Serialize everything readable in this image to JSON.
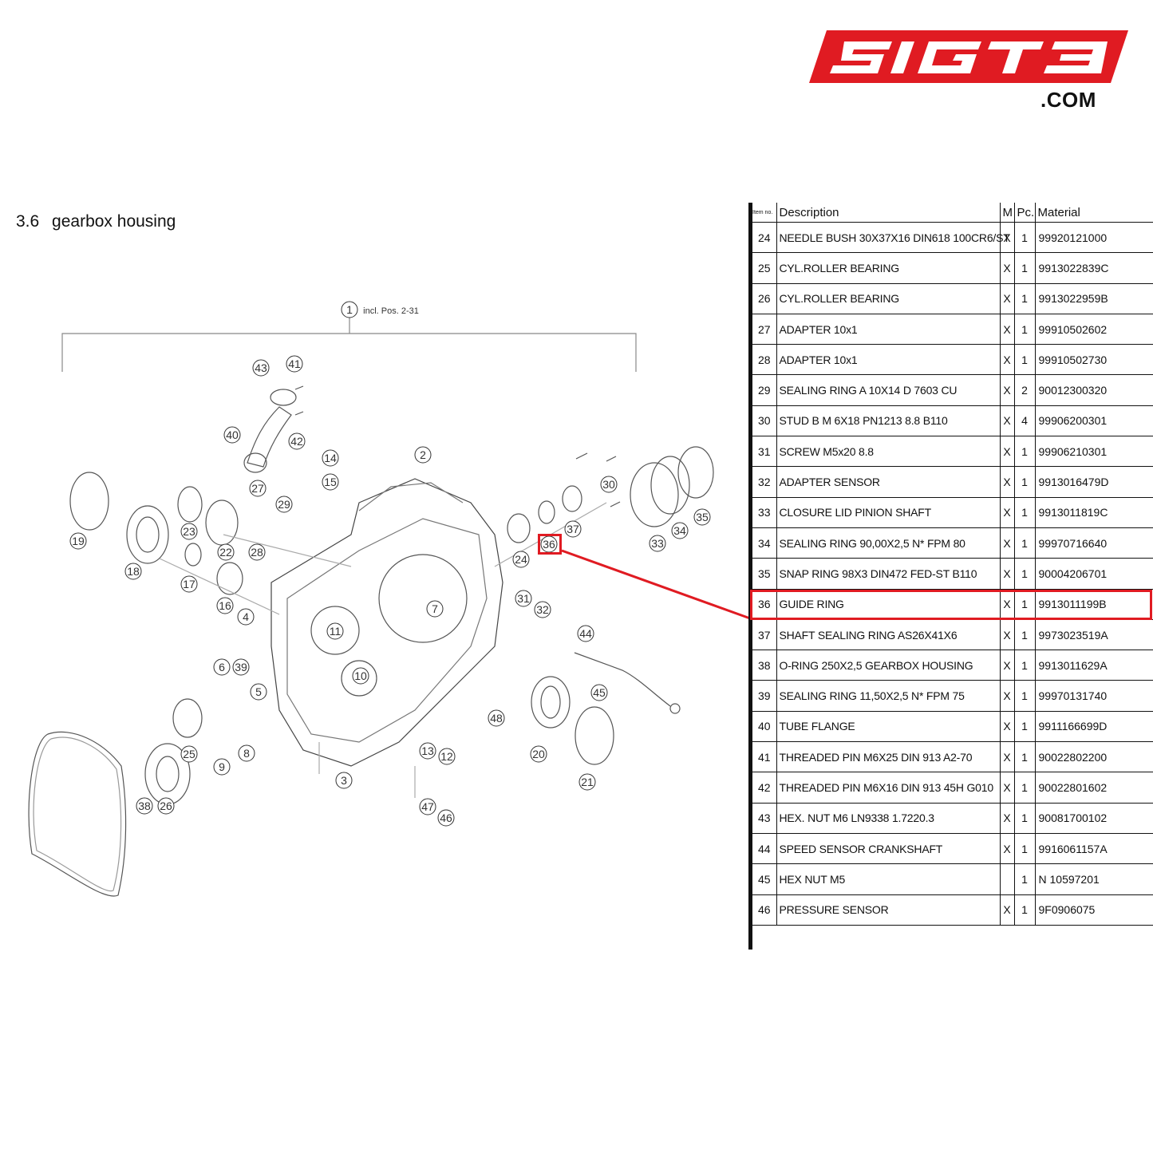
{
  "logo": {
    "text": "5IGT3",
    "suffix": ".COM",
    "brand_color": "#e01b22"
  },
  "section": {
    "number": "3.6",
    "title": "gearbox housing"
  },
  "diagram": {
    "callouts": [
      "1",
      "2",
      "3",
      "4",
      "5",
      "6",
      "7",
      "8",
      "9",
      "10",
      "11",
      "12",
      "13",
      "14",
      "15",
      "16",
      "17",
      "18",
      "19",
      "20",
      "21",
      "22",
      "23",
      "24",
      "25",
      "26",
      "27",
      "28",
      "29",
      "30",
      "31",
      "32",
      "33",
      "34",
      "35",
      "36",
      "37",
      "38",
      "39",
      "40",
      "41",
      "42",
      "43",
      "44",
      "45",
      "46",
      "47",
      "48"
    ],
    "group_label": "incl. Pos. 2-31",
    "highlighted_callout": "36"
  },
  "table": {
    "headers": {
      "item": "Item no.",
      "description": "Description",
      "m": "M",
      "pc": "Pc.",
      "material": "Material"
    },
    "rows": [
      {
        "item": "24",
        "description": "NEEDLE BUSH 30X37X16 DIN618 100CR6/ST",
        "m": "X",
        "pc": "1",
        "material": "99920121000"
      },
      {
        "item": "25",
        "description": "CYL.ROLLER BEARING",
        "m": "X",
        "pc": "1",
        "material": "9913022839C"
      },
      {
        "item": "26",
        "description": "CYL.ROLLER BEARING",
        "m": "X",
        "pc": "1",
        "material": "9913022959B"
      },
      {
        "item": "27",
        "description": "ADAPTER 10x1",
        "m": "X",
        "pc": "1",
        "material": "99910502602"
      },
      {
        "item": "28",
        "description": "ADAPTER 10x1",
        "m": "X",
        "pc": "1",
        "material": "99910502730"
      },
      {
        "item": "29",
        "description": "SEALING RING A 10X14 D 7603 CU",
        "m": "X",
        "pc": "2",
        "material": "90012300320"
      },
      {
        "item": "30",
        "description": "STUD B M 6X18 PN1213 8.8 B110",
        "m": "X",
        "pc": "4",
        "material": "99906200301"
      },
      {
        "item": "31",
        "description": "SCREW M5x20 8.8",
        "m": "X",
        "pc": "1",
        "material": "99906210301"
      },
      {
        "item": "32",
        "description": "ADAPTER SENSOR",
        "m": "X",
        "pc": "1",
        "material": "9913016479D"
      },
      {
        "item": "33",
        "description": "CLOSURE LID PINION SHAFT",
        "m": "X",
        "pc": "1",
        "material": "9913011819C"
      },
      {
        "item": "34",
        "description": "SEALING RING 90,00X2,5 N* FPM 80",
        "m": "X",
        "pc": "1",
        "material": "99970716640"
      },
      {
        "item": "35",
        "description": "SNAP RING 98X3 DIN472 FED-ST B110",
        "m": "X",
        "pc": "1",
        "material": "90004206701"
      },
      {
        "item": "36",
        "description": "GUIDE RING",
        "m": "X",
        "pc": "1",
        "material": "9913011199B"
      },
      {
        "item": "37",
        "description": "SHAFT SEALING RING AS26X41X6",
        "m": "X",
        "pc": "1",
        "material": "9973023519A"
      },
      {
        "item": "38",
        "description": "O-RING 250X2,5 GEARBOX HOUSING",
        "m": "X",
        "pc": "1",
        "material": "9913011629A"
      },
      {
        "item": "39",
        "description": "SEALING RING 11,50X2,5 N* FPM 75",
        "m": "X",
        "pc": "1",
        "material": "99970131740"
      },
      {
        "item": "40",
        "description": "TUBE FLANGE",
        "m": "X",
        "pc": "1",
        "material": "9911166699D"
      },
      {
        "item": "41",
        "description": "THREADED PIN M6X25 DIN 913 A2-70",
        "m": "X",
        "pc": "1",
        "material": "90022802200"
      },
      {
        "item": "42",
        "description": "THREADED PIN M6X16 DIN 913 45H G010",
        "m": "X",
        "pc": "1",
        "material": "90022801602"
      },
      {
        "item": "43",
        "description": "HEX. NUT M6 LN9338 1.7220.3",
        "m": "X",
        "pc": "1",
        "material": "90081700102"
      },
      {
        "item": "44",
        "description": "SPEED SENSOR CRANKSHAFT",
        "m": "X",
        "pc": "1",
        "material": "9916061157A"
      },
      {
        "item": "45",
        "description": "HEX NUT M5",
        "m": "",
        "pc": "1",
        "material": "N 10597201"
      },
      {
        "item": "46",
        "description": "PRESSURE SENSOR",
        "m": "X",
        "pc": "1",
        "material": "9F0906075"
      }
    ],
    "highlighted_item": "36"
  }
}
